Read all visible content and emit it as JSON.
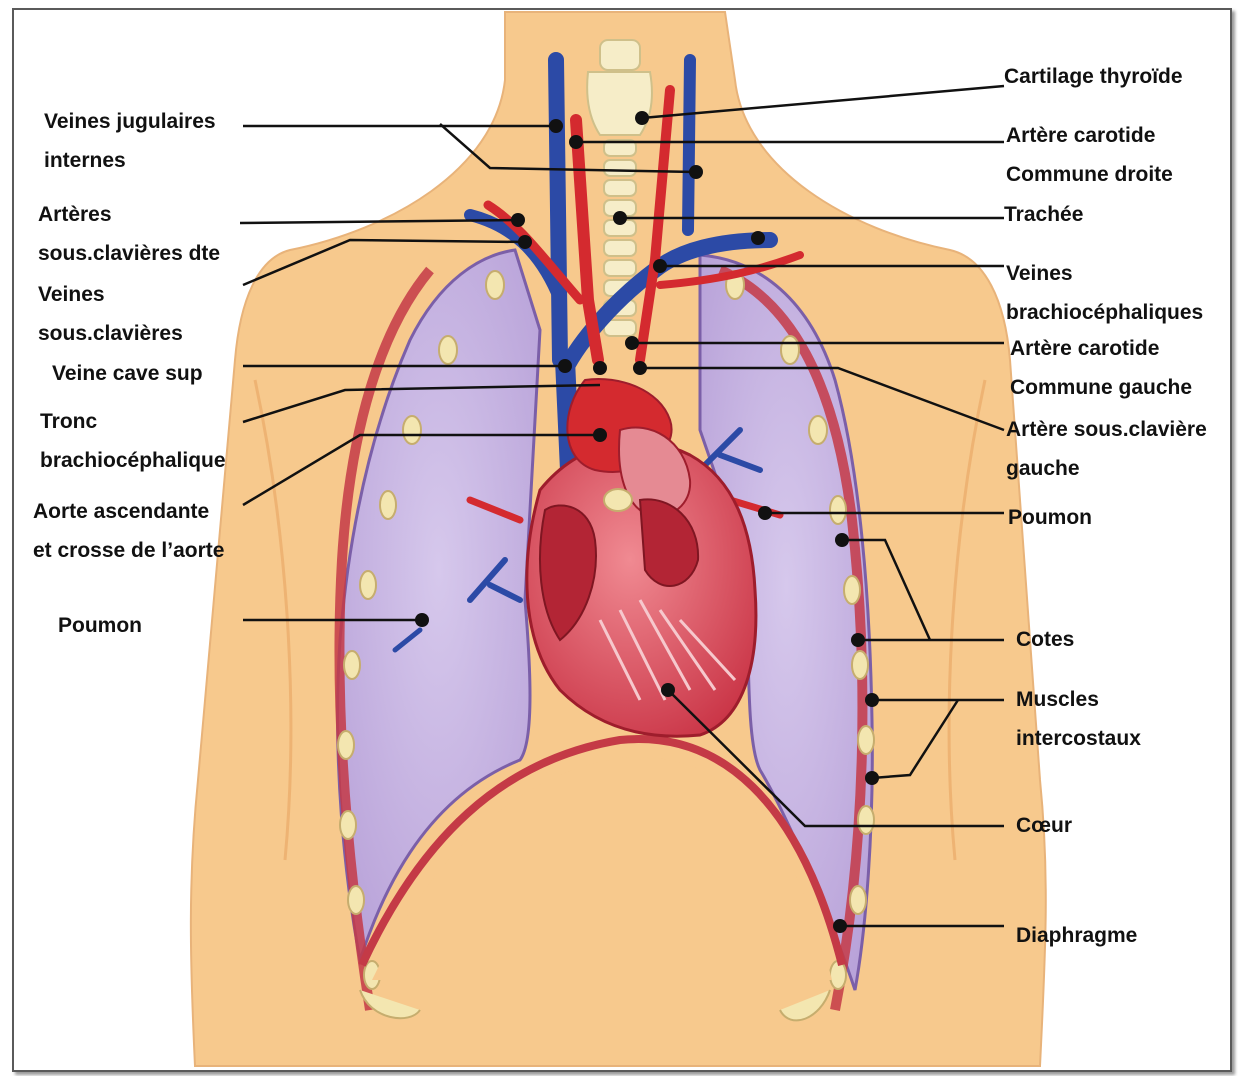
{
  "labels": {
    "veines_jugulaires": [
      "Veines jugulaires",
      "internes"
    ],
    "arteres_sous_clavieres_dte": [
      "Artères",
      "sous.clavières dte"
    ],
    "veines_sous_clavieres": [
      "Veines",
      "sous.clavières"
    ],
    "veine_cave_sup": [
      "Veine cave sup"
    ],
    "tronc_brachiocephalique": [
      "Tronc",
      "brachiocéphalique"
    ],
    "aorte": [
      "Aorte ascendante",
      "et crosse de l’aorte"
    ],
    "poumon_left": [
      "Poumon"
    ],
    "cartilage_thyroide": [
      "Cartilage thyroïde"
    ],
    "artere_carotide_droite": [
      "Artère carotide",
      "Commune droite"
    ],
    "trachee": [
      "Trachée"
    ],
    "veines_brachiocephaliques": [
      "Veines",
      "brachiocéphaliques"
    ],
    "artere_carotide_gauche": [
      "Artère carotide",
      "Commune gauche"
    ],
    "artere_sous_claviere_gauche": [
      "Artère sous.clavière",
      "gauche"
    ],
    "poumon_right": [
      "Poumon"
    ],
    "cotes": [
      "Cotes"
    ],
    "muscles_intercostaux": [
      "Muscles",
      "intercostaux"
    ],
    "coeur": [
      "Cœur"
    ],
    "diaphragme": [
      "Diaphragme"
    ]
  },
  "colors": {
    "skin": "#f7c98d",
    "skin_shadow": "#eeb474",
    "lung": "#c9b6e3",
    "vein": "#2c4aa6",
    "artery": "#d42a2f",
    "heart": "#d9384a",
    "leader": "#111111"
  }
}
